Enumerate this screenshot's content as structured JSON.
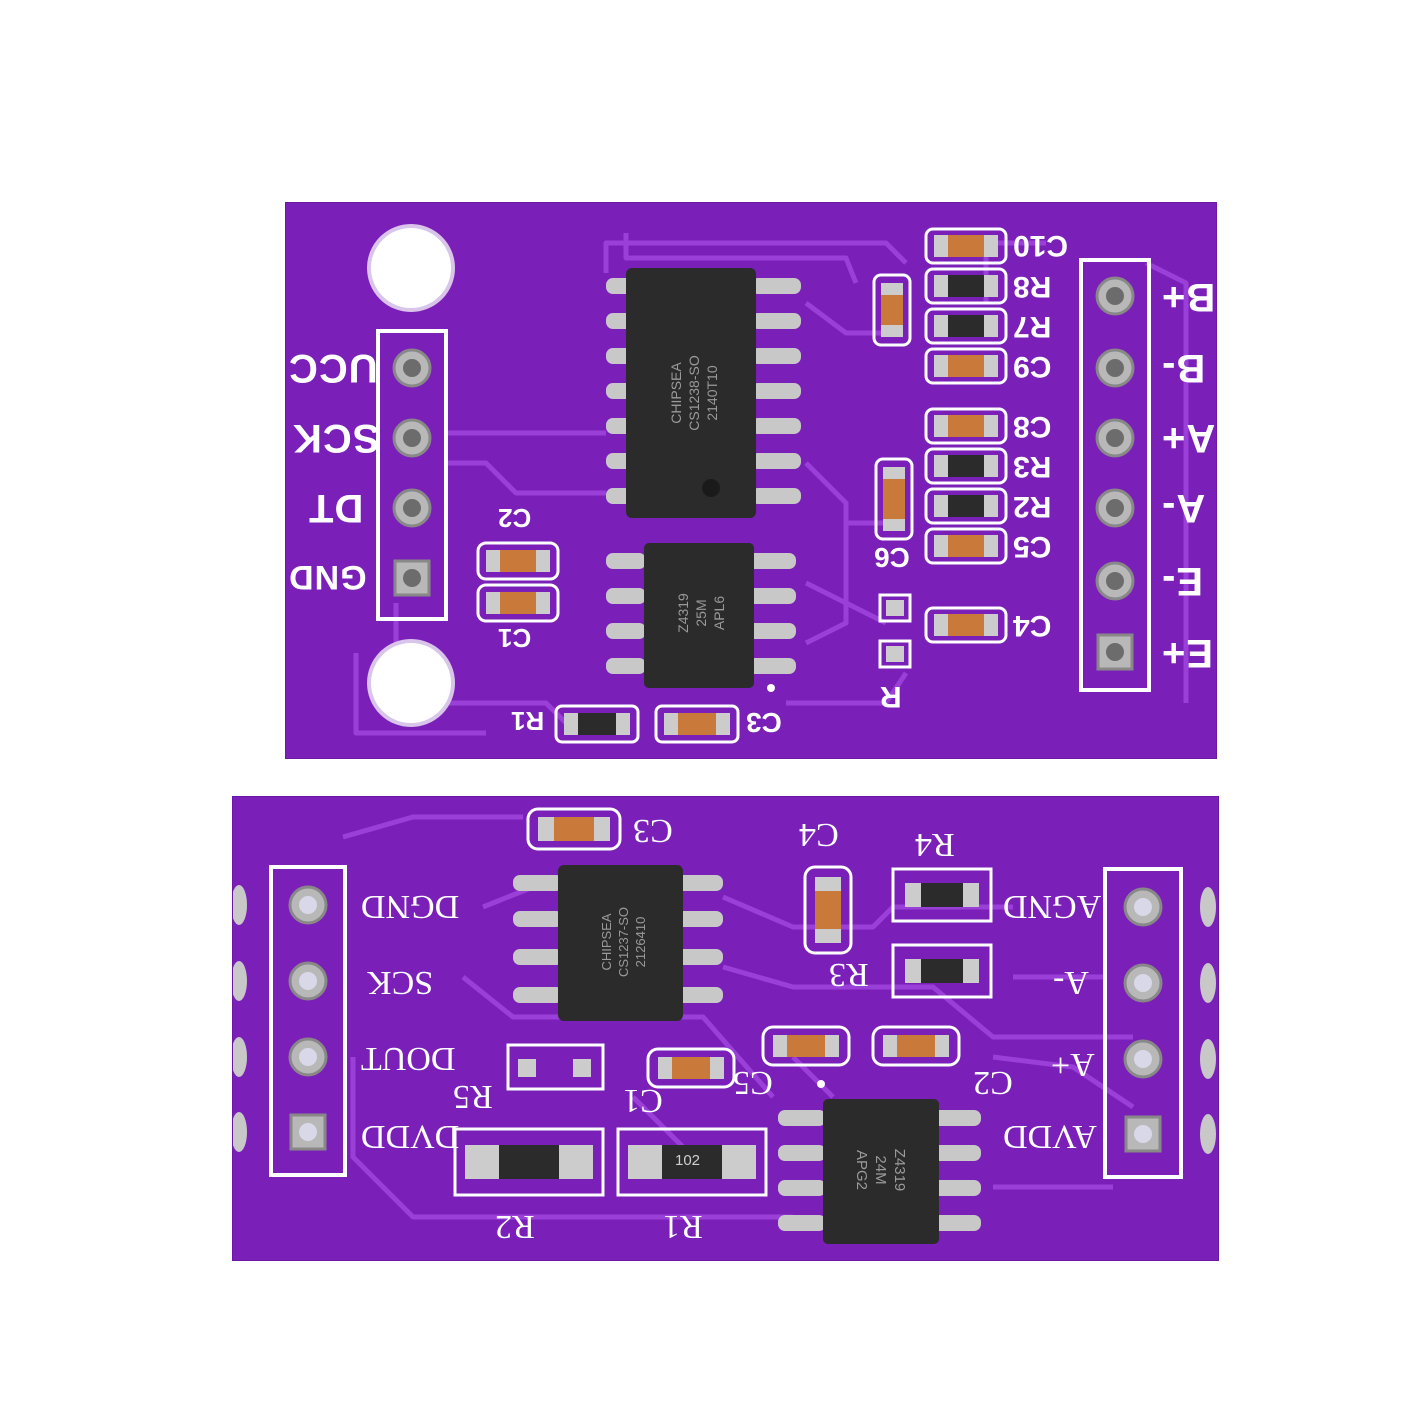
{
  "colors": {
    "pcb": "#7a1fb8",
    "trace": "#9a3fd8",
    "silkscreen": "#ffffff",
    "chip": "#2b2b2b",
    "pad": "#c8c8c8",
    "capacitor": "#c97a3a"
  },
  "top_board": {
    "left_pins": [
      "UCC",
      "SCK",
      "DT",
      "GND"
    ],
    "right_pins": [
      "B+",
      "B-",
      "A+",
      "A-",
      "E-",
      "E+"
    ],
    "components": [
      "C10",
      "R8",
      "R7",
      "C9",
      "C8",
      "R3",
      "R2",
      "C5",
      "C4",
      "C6",
      "R",
      "C2",
      "C1",
      "R1",
      "C3"
    ],
    "chip_main": [
      "CHIPSEA",
      "CS1238-SO",
      "2140T10"
    ],
    "chip_reg": [
      "Z4319",
      "25M",
      "APL6"
    ]
  },
  "bottom_board": {
    "left_pins": [
      "DGND",
      "SCK",
      "DOUT",
      "DVDD"
    ],
    "right_pins": [
      "AGND",
      "A-",
      "A+",
      "AVDD"
    ],
    "components": [
      "C3",
      "C4",
      "R4",
      "R3",
      "C5",
      "C1",
      "R5",
      "R2",
      "R1",
      "C2"
    ],
    "chip_main": [
      "CHIPSEA",
      "CS1237-SO",
      "2126410"
    ],
    "chip_reg": [
      "Z4319",
      "24M",
      "APG2"
    ],
    "resistor_value": "102"
  }
}
